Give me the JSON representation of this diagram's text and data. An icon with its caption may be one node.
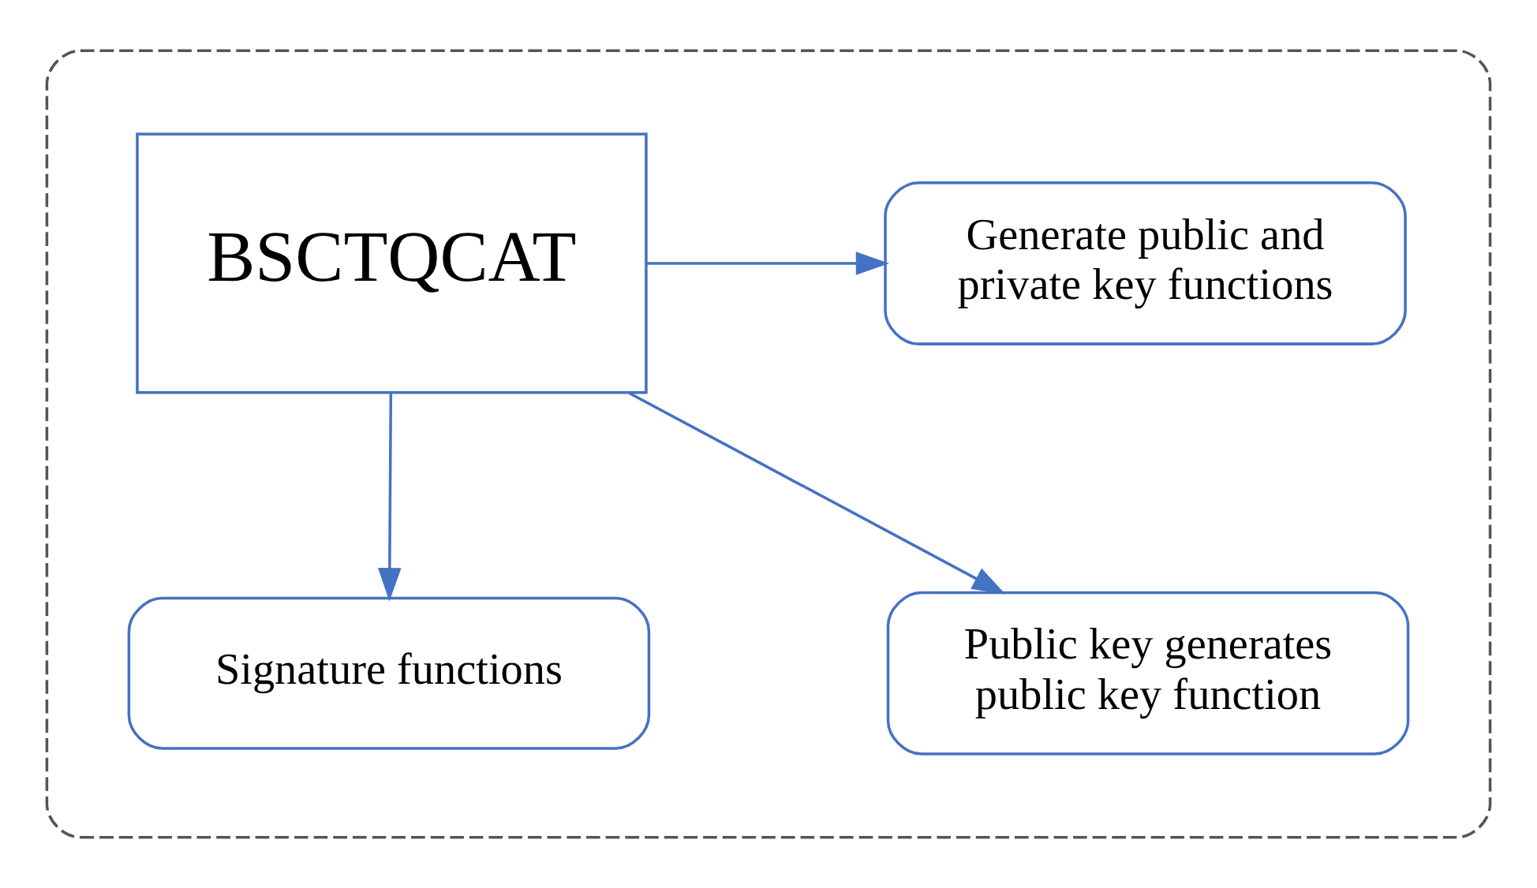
{
  "diagram": {
    "nodes": [
      {
        "text": [],
        "shape": "box"
      },
      {
        "text": [
          "BSCTQCAT"
        ],
        "in": 0
      },
      {
        "text": [
          "Generate public and private key functions"
        ],
        "in": 0
      },
      {
        "text": [
          "Signature functions"
        ],
        "in": 0
      },
      {
        "text": [
          "Public key generates public key function"
        ],
        "in": 0
      }
    ],
    "edges": [
      {
        "from": 1,
        "to": 2,
        "arrow": "to"
      },
      {
        "from": 1,
        "to": 3,
        "arrow": "to"
      },
      {
        "from": 1,
        "to": 4,
        "arrow": "to"
      }
    ]
  }
}
